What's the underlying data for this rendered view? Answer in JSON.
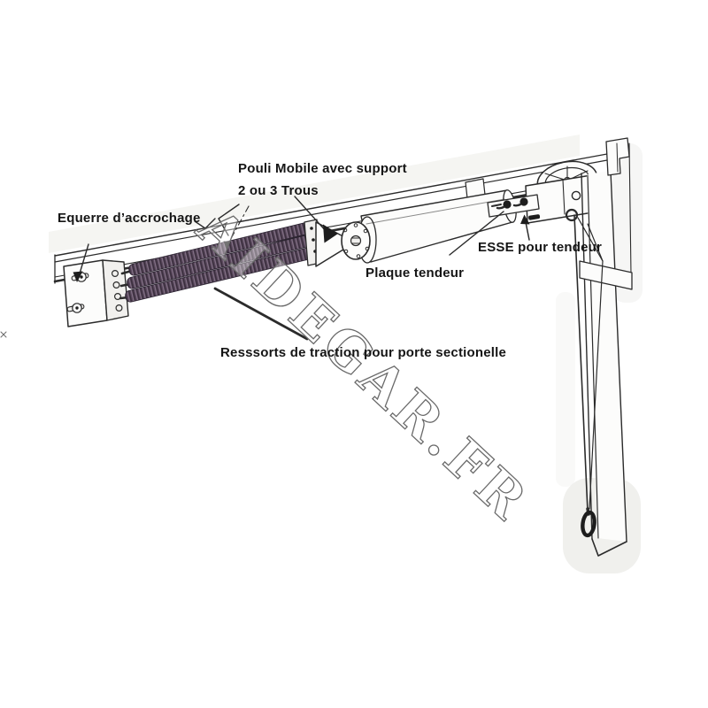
{
  "watermark": {
    "text": "AIDEGAR.FR"
  },
  "labels": {
    "pouli_mobile": {
      "line1": "Pouli Mobile avec support",
      "line2": "2 ou 3 Trous"
    },
    "equerre": "Equerre d’accrochage",
    "esse": "ESSE pour tendeur",
    "plaque": "Plaque tendeur",
    "ressorts": "Resssorts de traction pour porte sectionelle"
  },
  "diagram": {
    "parts": [
      "horizontal-rail",
      "wall-bracket",
      "traction-springs",
      "spring-end-plate",
      "triangle-plate",
      "mobile-pulley-flange",
      "spring-tube",
      "rail-collar",
      "tensioner-plate",
      "esse-hooks",
      "corner-pulley-wheel",
      "corner-bracket-box",
      "vertical-track",
      "track-strap",
      "cable",
      "cable-loop"
    ]
  },
  "colors": {
    "line": "#2b2b2b",
    "spring": "#57465a",
    "spring_shadow": "#3a2e3d",
    "spring_highlight": "#8d7c91",
    "paper": "#ffffff",
    "scan_shading": "#ecece8",
    "watermark_stroke": "#6a6a6a",
    "label_text": "#151515"
  }
}
